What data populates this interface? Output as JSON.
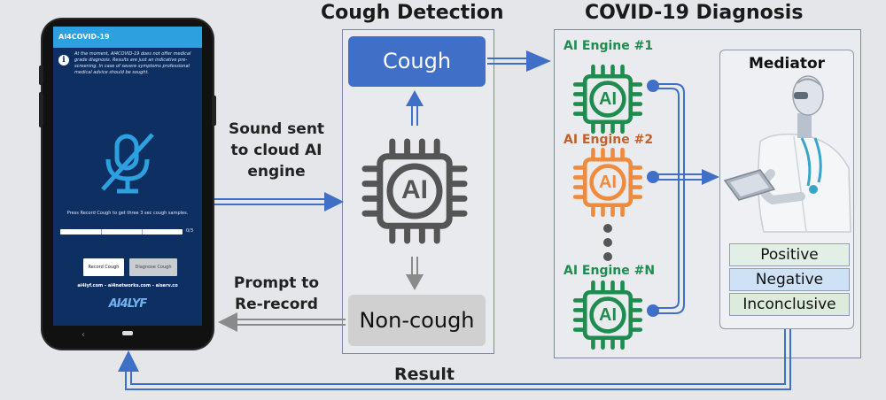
{
  "headings": {
    "cough_detection": "Cough Detection",
    "covid_diagnosis": "COVID-19 Diagnosis"
  },
  "phone": {
    "app_title": "AI4COVID-19",
    "disclaimer": "At the moment, AI4COVID-19 does not offer medical grade diagnosis. Results are just an indicative pre-screening. In case of severe symptoms professional medical advice should be sought.",
    "instruction": "Press Record Cough to get three 3 sec cough samples.",
    "sample_count": "0/3",
    "record_button": "Record Cough",
    "diagnose_button": "Diagnose Cough",
    "links": "ai4lyf.com - ai4networks.com - aiserv.co",
    "logo": "AI4LYF",
    "colors": {
      "app_bar": "#2da0e0",
      "screen": "#0e2f62",
      "mic": "#2da0e0"
    },
    "icons": [
      "info-icon",
      "mic-off-icon"
    ]
  },
  "flow": {
    "sound_sent": "Sound sent to cloud AI engine",
    "prompt": "Prompt to Re-record",
    "result": "Result"
  },
  "cough_detection": {
    "cough": "Cough",
    "non_cough": "Non-cough",
    "chip_text": "AI",
    "colors": {
      "cough_box": "#3f6fc7",
      "chip": "#555555"
    }
  },
  "diagnosis": {
    "engines": [
      {
        "label": "AI Engine #1",
        "color": "#1e8c4e"
      },
      {
        "label": "AI Engine #2",
        "color": "#f08a3c"
      },
      {
        "label": "AI Engine #N",
        "color": "#1e8c4e"
      }
    ],
    "chip_text": "AI",
    "mediator": "Mediator",
    "outcomes": [
      "Positive",
      "Negative",
      "Inconclusive"
    ],
    "colors": {
      "connector": "#3f6fc7",
      "dots": "#555555"
    }
  }
}
